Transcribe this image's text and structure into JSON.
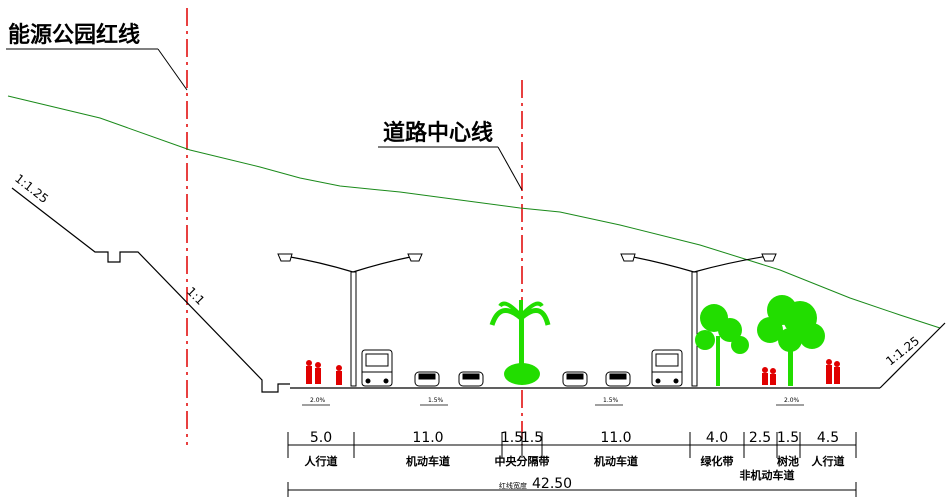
{
  "labels": {
    "park_red_line": "能源公园红线",
    "road_center_line": "道路中心线"
  },
  "slopes": {
    "left_upper": "1:1.25",
    "left_lower": "1:1",
    "right": "1:1.25"
  },
  "grades": [
    "2.0%",
    "1.5%",
    "1.5%",
    "2.0%"
  ],
  "segments": [
    {
      "width": "5.0",
      "name": "人行道"
    },
    {
      "width": "11.0",
      "name": "机动车道"
    },
    {
      "width": "1.5",
      "name": ""
    },
    {
      "width": "1.5",
      "name": ""
    },
    {
      "width": "11.0",
      "name": "机动车道"
    },
    {
      "width": "4.0",
      "name": "绿化带"
    },
    {
      "width": "2.5",
      "name": ""
    },
    {
      "width": "1.5",
      "name": "树池"
    },
    {
      "width": "4.5",
      "name": "人行道"
    }
  ],
  "group_labels": {
    "median": "中央分隔带",
    "non_motor": "非机动车道"
  },
  "total": {
    "label": "红线宽度",
    "value": "42.50"
  },
  "colors": {
    "red_line": "#e00000",
    "terrain": "#1a8a1a",
    "tree": "#22dd00",
    "pedestrian": "#e00000"
  }
}
